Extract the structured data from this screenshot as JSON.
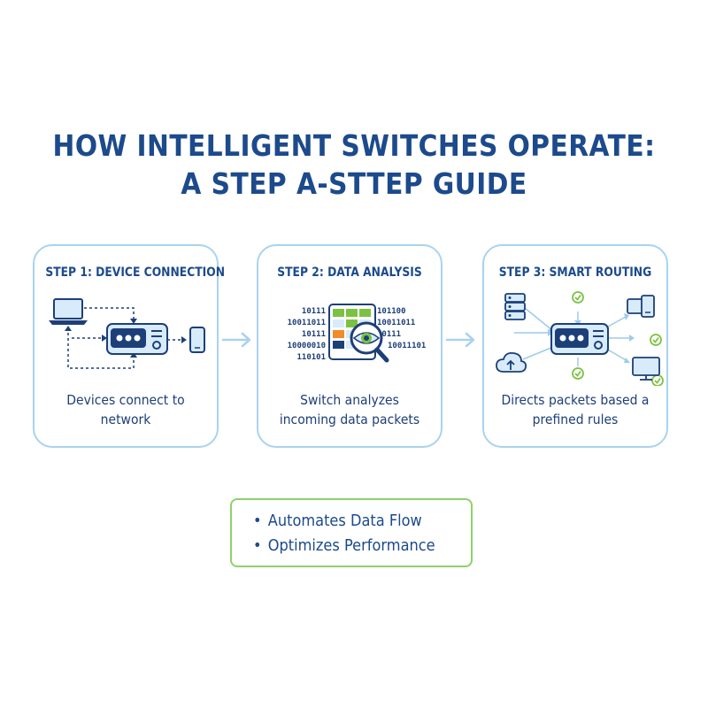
{
  "title": {
    "line1": "HOW INTELLIGENT SWITCHES OPERATE:",
    "line2": "A STEP A-STTEP GUIDE"
  },
  "steps": [
    {
      "heading": "STEP 1: DEVICE CONNECTION",
      "caption": "Devices connect to network"
    },
    {
      "heading": "STEP 2: DATA ANALYSIS",
      "caption": "Switch analyzes incoming data packets",
      "binary_left": [
        "10111",
        "10011011",
        "10111",
        "10000010",
        "110101"
      ],
      "binary_right": [
        "101100",
        "10011011",
        "10111",
        "10011101"
      ]
    },
    {
      "heading": "STEP 3: SMART ROUTING",
      "caption": "Directs packets based a prefined rules"
    }
  ],
  "benefits": [
    {
      "bullet": "•",
      "text": "Automates Data Flow"
    },
    {
      "bullet": "•",
      "text": "Optimizes Performance"
    }
  ],
  "colors": {
    "title": "#1c4a8c",
    "card_border": "#a9d3ef",
    "benefit_border": "#8fd16b",
    "icon_stroke": "#1d3f78",
    "icon_fill": "#d7ebfa",
    "accent_green": "#7cc242",
    "accent_orange": "#f28c28"
  }
}
